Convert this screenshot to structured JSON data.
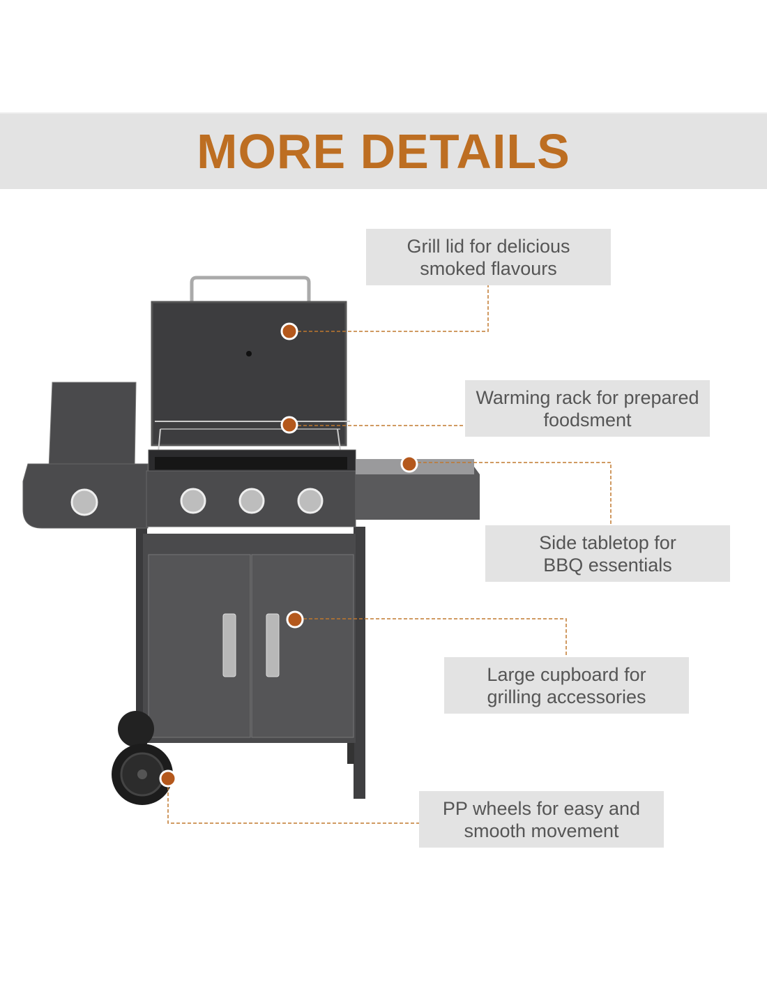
{
  "banner": {
    "title": "MORE DETAILS"
  },
  "callouts": [
    {
      "line1": "Grill lid for delicious",
      "line2": "smoked flavours"
    },
    {
      "line1": "Warming rack for prepared",
      "line2": "foodsment"
    },
    {
      "line1": "Side tabletop for",
      "line2": "BBQ essentials"
    },
    {
      "line1": "Large cupboard for",
      "line2": "grilling accessories"
    },
    {
      "line1": "PP wheels for easy and",
      "line2": "smooth movement"
    }
  ],
  "colors": {
    "accent": "#bd6e22",
    "marker": "#b4581c",
    "panel": "#e3e3e3",
    "text": "#555555"
  }
}
